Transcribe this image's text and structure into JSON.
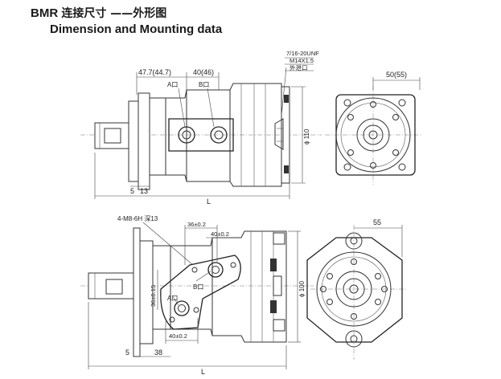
{
  "header": {
    "model": "BMR",
    "title_cn": "连接尺寸 ——外形图",
    "title_en": "Dimension and Mounting data"
  },
  "top_view": {
    "dim_a": "47.7(44.7)",
    "dim_b": "40(46)",
    "port_a": "A口",
    "port_b": "B口",
    "thread_1": "7/16-20UNF",
    "thread_2": "M14X1.5",
    "drain": "外泄口",
    "dim_5": "5",
    "dim_13": "13",
    "dim_L": "L",
    "dim_dia": "ϕ 110"
  },
  "top_end": {
    "dim": "50(55)"
  },
  "bottom_view": {
    "bolt_spec": "4-M8-6H 深13",
    "dim_36": "36±0.2",
    "dim_40h": "40±0.2",
    "dim_36v": "36±0.15",
    "dim_40b": "40±0.2",
    "port_a": "A口",
    "port_b": "B口",
    "dim_5": "5",
    "dim_38": "38",
    "dim_L": "L",
    "dim_dia": "ϕ 100"
  },
  "bottom_end": {
    "dim": "55"
  }
}
